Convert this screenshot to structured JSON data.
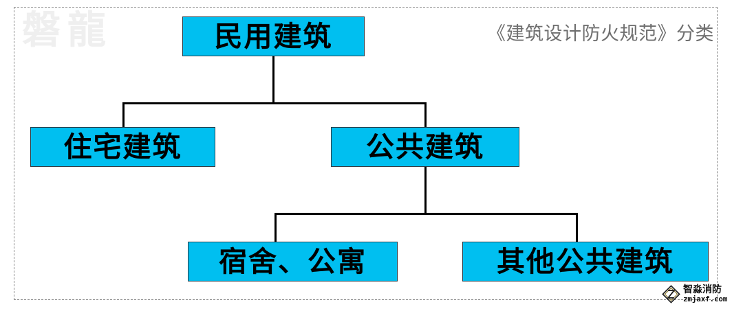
{
  "diagram": {
    "title_caption": "《建筑设计防火规范》分类",
    "watermark": "磐龍",
    "box_fill_color": "#00BFF0",
    "box_border_color": "#2B3A44",
    "line_color": "#000000",
    "frame_style": "dashed",
    "frame_color": "#8C8C8C",
    "nodes": [
      {
        "id": "root",
        "label": "民用建筑",
        "level": 0
      },
      {
        "id": "res",
        "label": "住宅建筑",
        "level": 1
      },
      {
        "id": "pub",
        "label": "公共建筑",
        "level": 1
      },
      {
        "id": "dorm",
        "label": "宿舍、公寓",
        "level": 2
      },
      {
        "id": "other",
        "label": "其他公共建筑",
        "level": 2
      }
    ],
    "edges": [
      {
        "from": "root",
        "to": "res"
      },
      {
        "from": "root",
        "to": "pub"
      },
      {
        "from": "pub",
        "to": "dorm"
      },
      {
        "from": "pub",
        "to": "other"
      }
    ]
  },
  "brand": {
    "name": "智淼消防",
    "url": "zmjaxf.com",
    "mark": "diamond-logo-icon"
  }
}
